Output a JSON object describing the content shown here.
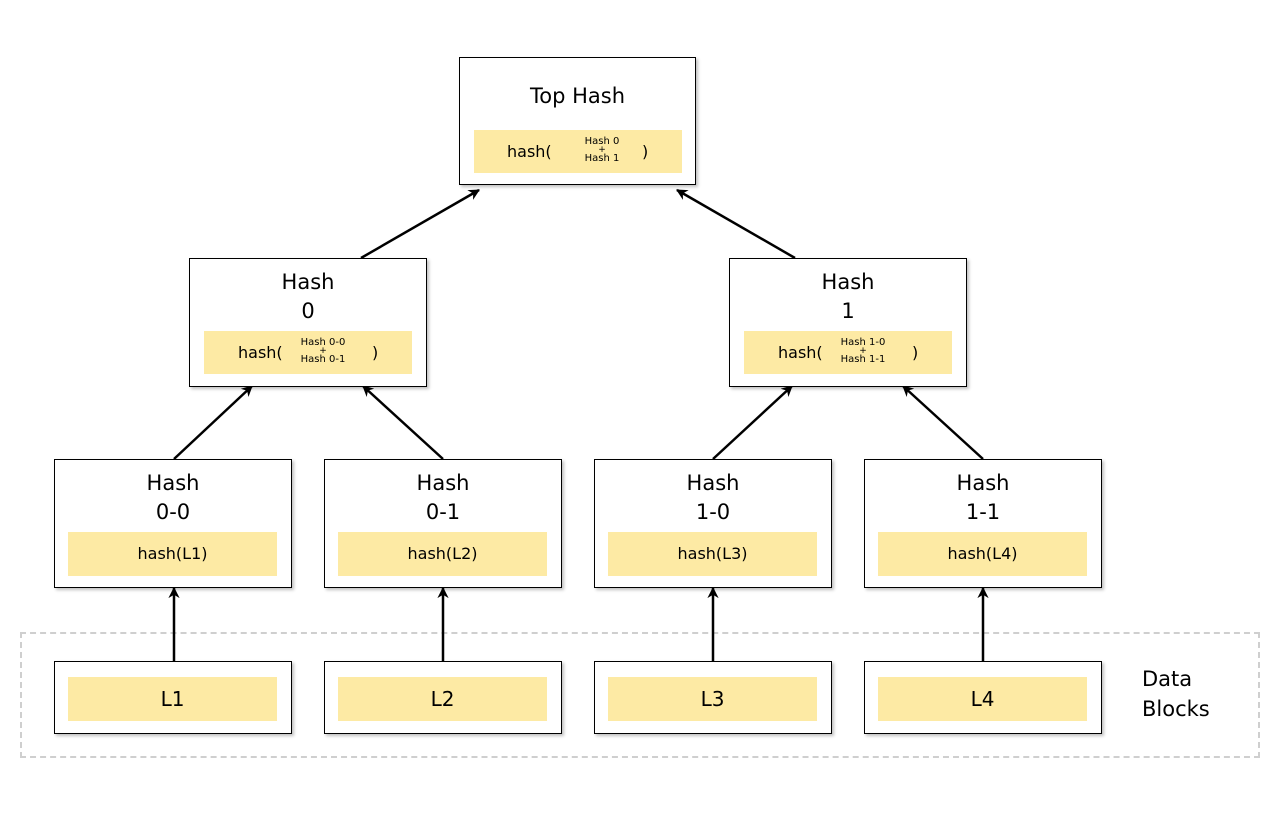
{
  "top": {
    "title": "Top Hash",
    "fn_open": "hash(",
    "arg_top": "Hash 0",
    "arg_plus": "+",
    "arg_bottom": "Hash 1",
    "fn_close": ")"
  },
  "mid": [
    {
      "title_1": "Hash",
      "title_2": "0",
      "fn_open": "hash(",
      "arg_top": "Hash 0-0",
      "arg_plus": "+",
      "arg_bottom": "Hash 0-1",
      "fn_close": ")"
    },
    {
      "title_1": "Hash",
      "title_2": "1",
      "fn_open": "hash(",
      "arg_top": "Hash 1-0",
      "arg_plus": "+",
      "arg_bottom": "Hash 1-1",
      "fn_close": ")"
    }
  ],
  "low": [
    {
      "title_1": "Hash",
      "title_2": "0-0",
      "content": "hash(L1)"
    },
    {
      "title_1": "Hash",
      "title_2": "0-1",
      "content": "hash(L2)"
    },
    {
      "title_1": "Hash",
      "title_2": "1-0",
      "content": "hash(L3)"
    },
    {
      "title_1": "Hash",
      "title_2": "1-1",
      "content": "hash(L4)"
    }
  ],
  "leaves": [
    "L1",
    "L2",
    "L3",
    "L4"
  ],
  "data_blocks_label": {
    "line1": "Data",
    "line2": "Blocks"
  },
  "colors": {
    "hash_fill": "#fdeaa4",
    "border": "#000000",
    "dashed_group": "#cfcfcf"
  }
}
